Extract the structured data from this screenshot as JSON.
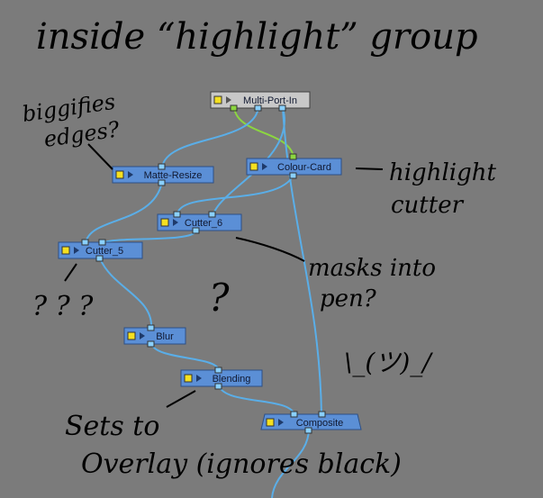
{
  "colors": {
    "background": "#7b7b7b",
    "node_blue": "#5b8fd6",
    "node_blue_dark": "#2c4f86",
    "node_header": "#c8c8c8",
    "port": "#8ad0ff",
    "wire_blue": "#5aaee8",
    "wire_green": "#8cd640",
    "handwriting": "#000000"
  },
  "nodes": {
    "multi_port_in": "Multi-Port-In",
    "colour_card": "Colour-Card",
    "matte_resize": "Matte-Resize",
    "cutter_6": "Cutter_6",
    "cutter_5": "Cutter_5",
    "blur": "Blur",
    "blending": "Blending",
    "composite": "Composite"
  },
  "annotations": {
    "title": "inside “highlight” group",
    "biggifies_1": "biggifies",
    "biggifies_2": "edges?",
    "highlight_1": "highlight",
    "highlight_2": "cutter",
    "masks_1": "masks into",
    "masks_2": "pen?",
    "question_marks": "? ? ?",
    "question_mark": "?",
    "shrug": "\\_(ツ)_/",
    "sets_1": "Sets  to",
    "sets_2": "Overlay  (ignores black)"
  }
}
